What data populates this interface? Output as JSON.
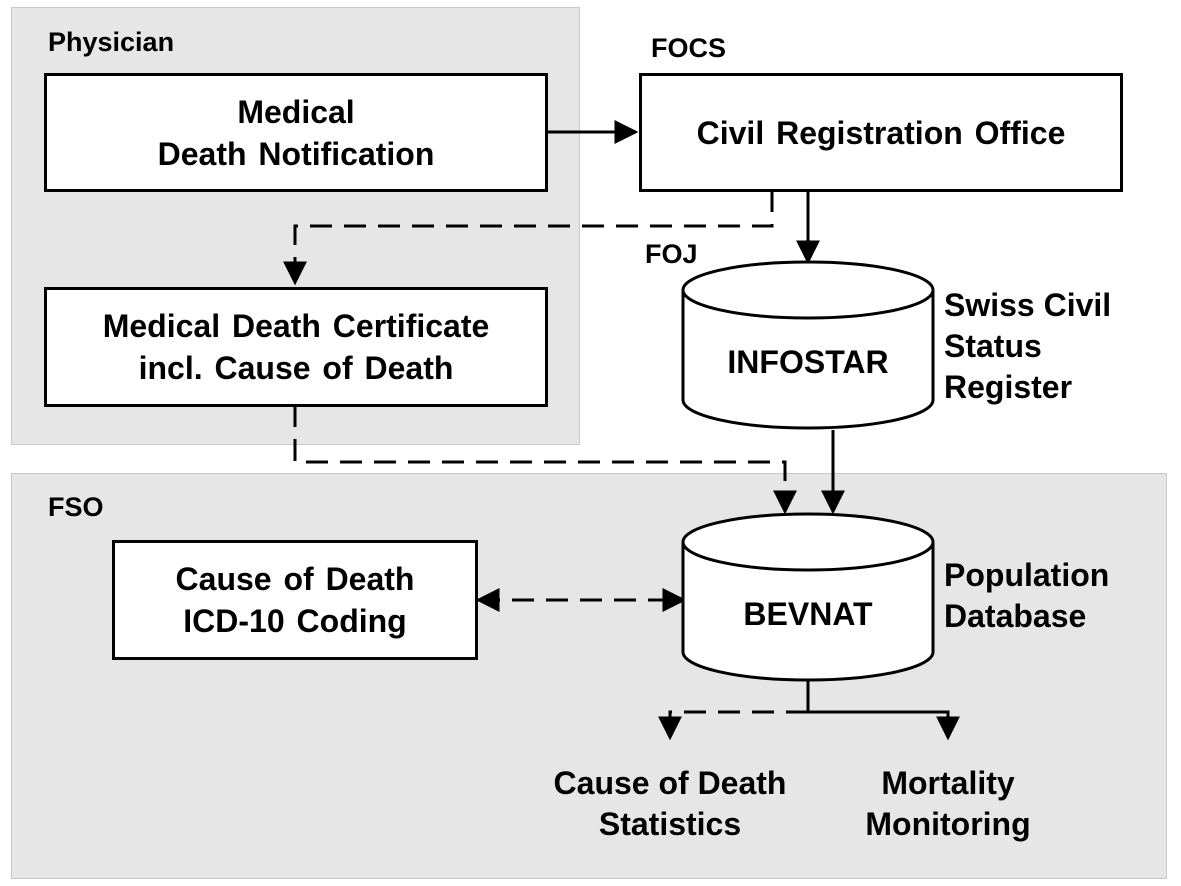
{
  "regions": {
    "physician": "Physician",
    "focs": "FOCS",
    "foj": "FOJ",
    "fso": "FSO"
  },
  "boxes": {
    "medical_death_notification": "Medical\nDeath Notification",
    "civil_registration_office": "Civil Registration Office",
    "medical_death_certificate": "Medical Death Certificate\nincl. Cause of Death",
    "icd10_coding": "Cause of Death\nICD-10 Coding"
  },
  "databases": {
    "infostar": {
      "name": "INFOSTAR",
      "caption": "Swiss Civil\nStatus\nRegister"
    },
    "bevnat": {
      "name": "BEVNAT",
      "caption": "Population\nDatabase"
    }
  },
  "outputs": {
    "cause_of_death_statistics": "Cause of Death\nStatistics",
    "mortality_monitoring": "Mortality\nMonitoring"
  },
  "colors": {
    "region_fill": "#e6e6e6",
    "line": "#000000"
  }
}
